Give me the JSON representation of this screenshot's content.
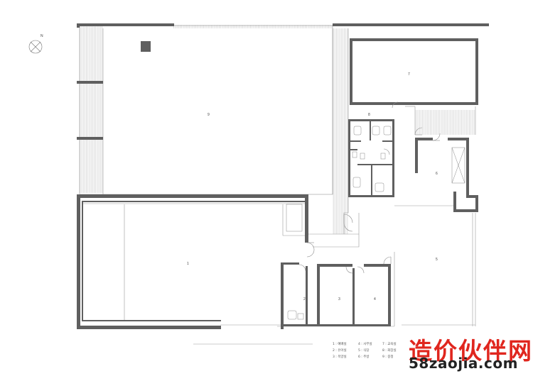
{
  "rooms": [
    {
      "id": "room-1",
      "label": "1"
    },
    {
      "id": "room-2",
      "label": "2"
    },
    {
      "id": "room-3",
      "label": "3"
    },
    {
      "id": "room-4",
      "label": "4"
    },
    {
      "id": "room-5",
      "label": "5"
    },
    {
      "id": "room-6",
      "label": "6"
    },
    {
      "id": "room-7",
      "label": "7"
    },
    {
      "id": "room-8",
      "label": "8"
    },
    {
      "id": "room-9",
      "label": "9"
    }
  ],
  "legend": {
    "col1": [
      "1 : 예배실",
      "2 : 유아실",
      "3 : 목양실"
    ],
    "col2": [
      "4 : 사무실",
      "5 : 식당",
      "6 : 주방"
    ],
    "col3": [
      "7 : 교육실",
      "8 : 화장실",
      "9 : 중정"
    ]
  },
  "north_arrow": {
    "label": "N"
  },
  "watermark": {
    "chinese": "造价伙伴网",
    "url": "58zaojia.com"
  },
  "colors": {
    "wall": "#5f5f5f",
    "line": "#9a9a9a",
    "watermark_red": "#e0261e"
  }
}
